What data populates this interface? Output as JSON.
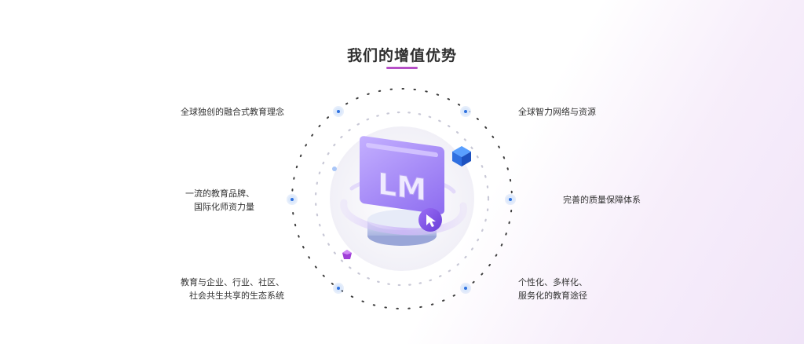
{
  "section": {
    "title": "我们的增值优势"
  },
  "illustration": {
    "logo_text": "LM"
  },
  "features": {
    "left": [
      {
        "lines": [
          "全球独创的融合式教育理念"
        ]
      },
      {
        "lines": [
          "一流的教育品牌、",
          "国际化师资力量"
        ]
      },
      {
        "lines": [
          "教育与企业、行业、社区、",
          "社会共生共享的生态系统"
        ]
      }
    ],
    "right": [
      {
        "lines": [
          "全球智力网络与资源"
        ]
      },
      {
        "lines": [
          "完善的质量保障体系"
        ]
      },
      {
        "lines": [
          "个性化、多样化、",
          "服务化的教育途径"
        ]
      }
    ]
  },
  "colors": {
    "accent": "#b54fc6",
    "dot_blue": "#2f72e0",
    "monitor_purple": "#9b7cf0"
  }
}
